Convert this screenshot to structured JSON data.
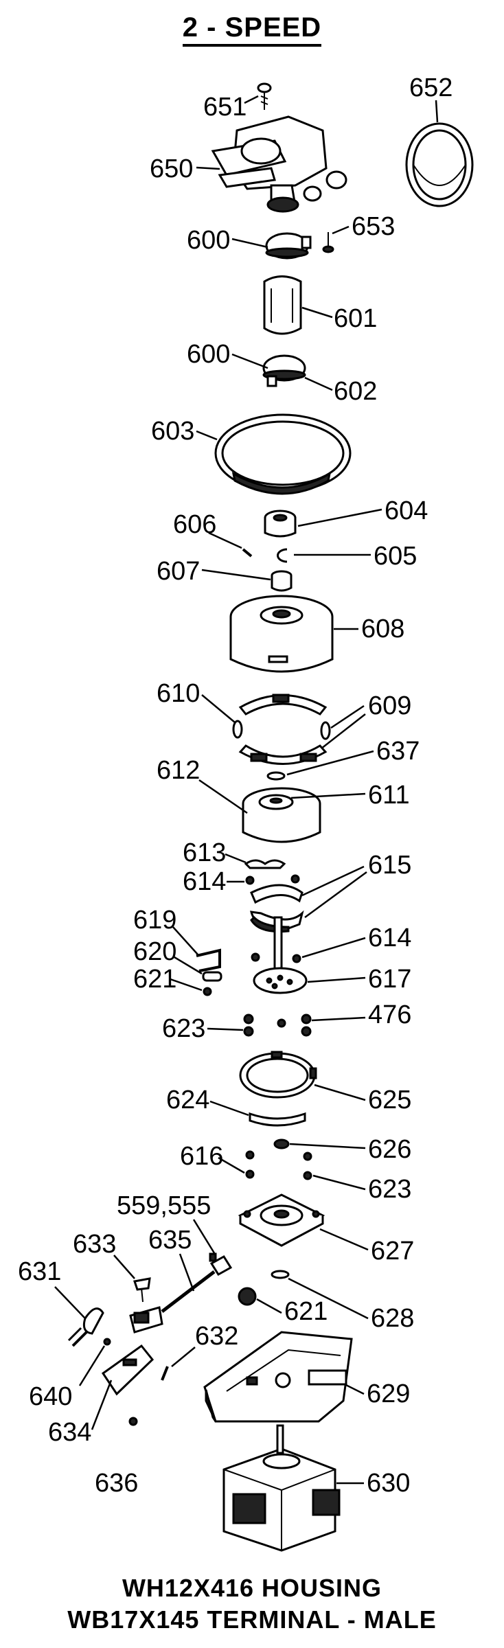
{
  "title": "2 - SPEED",
  "footer": {
    "line1": "WH12X416 HOUSING",
    "line2": "WB17X145 TERMINAL - MALE"
  },
  "parts": {
    "p651": "651",
    "p652": "652",
    "p650": "650",
    "p653": "653",
    "p600a": "600",
    "p601": "601",
    "p600b": "600",
    "p602": "602",
    "p603": "603",
    "p604": "604",
    "p606": "606",
    "p605": "605",
    "p607": "607",
    "p608": "608",
    "p610": "610",
    "p609": "609",
    "p612": "612",
    "p637": "637",
    "p611": "611",
    "p613": "613",
    "p614a": "614",
    "p615": "615",
    "p619": "619",
    "p614b": "614",
    "p620": "620",
    "p617": "617",
    "p621a": "621",
    "p623a": "623",
    "p476": "476",
    "p624": "624",
    "p625": "625",
    "p616": "616",
    "p626": "626",
    "p559": "559,555",
    "p623b": "623",
    "p633": "633",
    "p635": "635",
    "p627": "627",
    "p631": "631",
    "p621b": "621",
    "p628": "628",
    "p632": "632",
    "p640": "640",
    "p629": "629",
    "p634": "634",
    "p636": "636",
    "p630": "630"
  }
}
